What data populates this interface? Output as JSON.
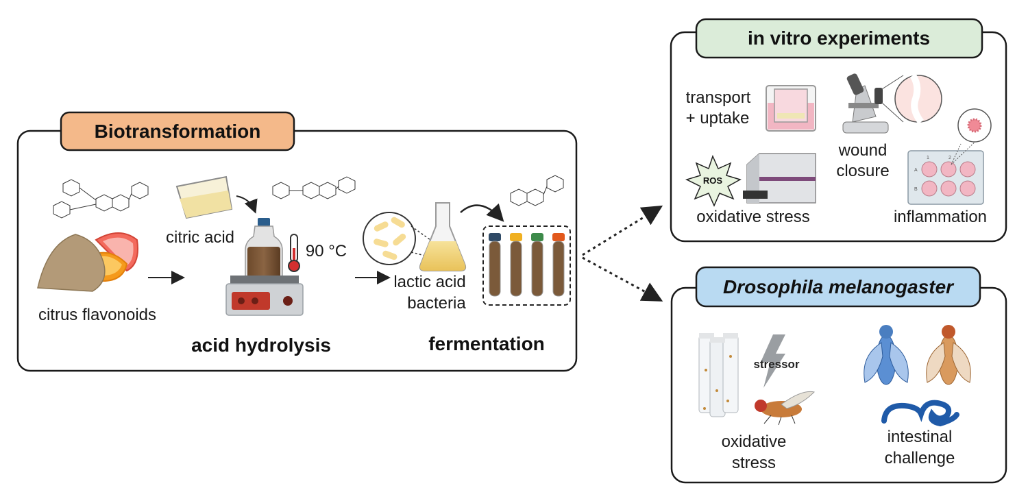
{
  "biotransformation": {
    "title": "Biotransformation",
    "title_color": "#f4b98a",
    "steps": {
      "citrus_label": "citrus flavonoids",
      "citric_acid_label": "citric acid",
      "temperature_label": "90 °C",
      "acid_hydrolysis_label": "acid hydrolysis",
      "lab_label_line1": "lactic acid",
      "lab_label_line2": "bacteria",
      "fermentation_label": "fermentation"
    }
  },
  "in_vitro": {
    "title": "in vitro experiments",
    "title_color": "#dbecd9",
    "transport_line1": "transport",
    "transport_line2": "+ uptake",
    "wound_line1": "wound",
    "wound_line2": "closure",
    "ros_label": "ROS",
    "oxidative_label": "oxidative stress",
    "inflammation_label": "inflammation",
    "plate_labels": [
      "1",
      "2",
      "A",
      "B"
    ]
  },
  "drosophila": {
    "title": "Drosophila melanogaster",
    "title_color": "#b9daf2",
    "stressor_label": "stressor",
    "oxidative_line1": "oxidative",
    "oxidative_line2": "stress",
    "intestinal_line1": "intestinal",
    "intestinal_line2": "challenge"
  },
  "icons": [
    "flavonoid-structure-icon",
    "citrus-powder-icon",
    "measuring-cup-icon",
    "bottle-icon",
    "hotplate-icon",
    "thermometer-icon",
    "bacteria-icon",
    "flask-icon",
    "test-tubes-icon",
    "transwell-icon",
    "microscope-icon",
    "plate-reader-icon",
    "well-plate-icon",
    "vials-icon",
    "lightning-icon",
    "fly-icon",
    "intestine-icon"
  ]
}
